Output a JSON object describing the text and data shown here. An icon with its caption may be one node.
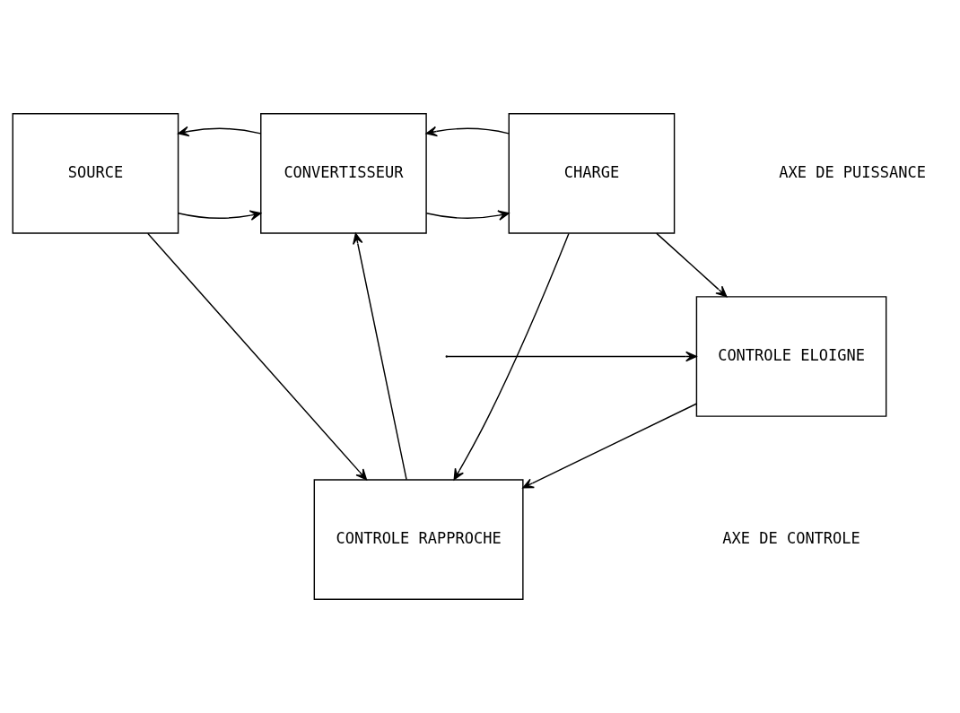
{
  "diagram": {
    "nodes": [
      {
        "text": [
          "SOURCE"
        ]
      },
      {
        "text": [
          "CONVERTISSEUR"
        ]
      },
      {
        "text": [
          "CHARGE"
        ]
      },
      {
        "text": [
          "CONTROLE RAPPROCHE"
        ]
      },
      {
        "text": [
          "CONTROLE ELOIGNE"
        ]
      }
    ],
    "edges": [
      {
        "from": 0,
        "to": 1,
        "arrow": "to"
      },
      {
        "from": 1,
        "to": 0,
        "arrow": "to"
      },
      {
        "from": 1,
        "to": 2,
        "arrow": "to"
      },
      {
        "from": 2,
        "to": 1,
        "arrow": "to"
      },
      {
        "from": 3,
        "to": 1,
        "arrow": "to"
      },
      {
        "from": 0,
        "to": 3,
        "arrow": "to"
      },
      {
        "from": 2,
        "to": 3,
        "arrow": "to"
      },
      {
        "from": 4,
        "to": 3,
        "arrow": "to"
      },
      {
        "from": 2,
        "to": 4,
        "arrow": "to"
      },
      {
        "from": null,
        "to": 4,
        "arrow": "to"
      }
    ],
    "labels": [
      "AXE DE PUISSANCE",
      "AXE DE CONTROLE"
    ]
  }
}
